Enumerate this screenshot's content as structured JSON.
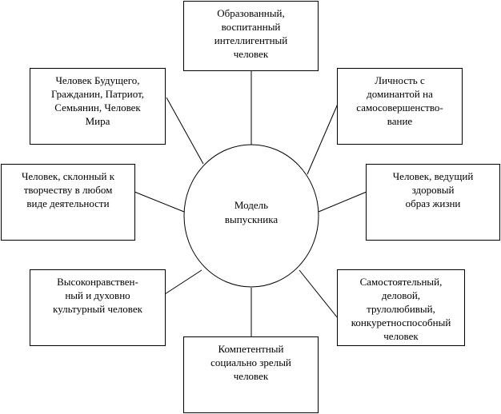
{
  "center": {
    "label": "Модель\nвыпускника"
  },
  "nodes": [
    {
      "id": "top",
      "label": "Образованный,\nвоспитанный\nинтеллигентный\nчеловек"
    },
    {
      "id": "upper-right",
      "label": "Личность с\nдоминантой на\nсамосовершенство-\nвание"
    },
    {
      "id": "right",
      "label": "Человек, ведущий\nздоровый\nобраз жизни"
    },
    {
      "id": "lower-right",
      "label": "Самостоятельный,\nделовой,\nтрулолюбивый,\nконкуретноспособный\nчеловек"
    },
    {
      "id": "bottom",
      "label": "Компетентный\nсоциально зрелый\nчеловек"
    },
    {
      "id": "lower-left",
      "label": "Высоконравствен-\nный и духовно\nкультурный человек"
    },
    {
      "id": "left",
      "label": "Человек, склонный к\nтворчеству в любом\nвиде деятельности"
    },
    {
      "id": "upper-left",
      "label": "Человек Будущего,\nГражданин, Патриот,\nСемьянин, Человек\nМира"
    }
  ],
  "colors": {
    "stroke": "#000000",
    "background": "#ffffff",
    "text": "#000000"
  }
}
